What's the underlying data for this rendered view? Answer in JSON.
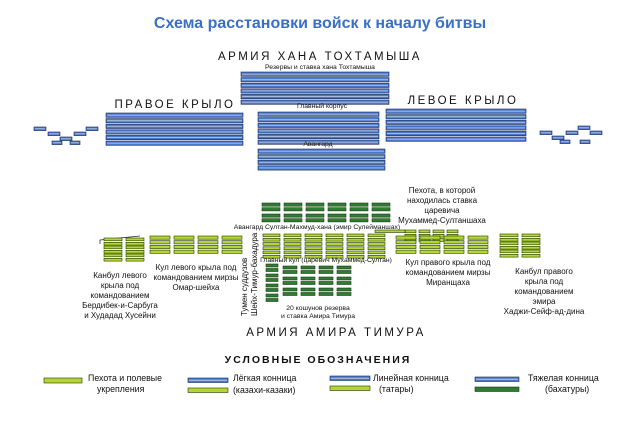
{
  "title": "Схема расстановки войск к началу битвы",
  "tokhtamysh": {
    "army_title": "АРМИЯ ХАНА ТОХТАМЫША",
    "reserve_label": "Резервы и ставка хана Тохтамыша",
    "center_label": "Главный корпус",
    "vanguard_label": "Авангард",
    "right_wing_label": "ПРАВОЕ КРЫЛО",
    "left_wing_label": "ЛЕВОЕ КРЫЛО"
  },
  "timur": {
    "army_title": "АРМИЯ АМИРА ТИМУРА",
    "vanguard_label": "Авангард Султан-Махмуд-хана (эмир Сулейманшах)",
    "main_label": "Главный кул (царевич Мухаммед-Султан)",
    "reserve_label": [
      "20 кошунов резерва",
      "и ставка Амира Тимура"
    ],
    "tumen_label": [
      "Тумен суддузов",
      "Шейх-Тимур-бахадура"
    ],
    "infantry_label": [
      "Пехота, в которой",
      "находилась ставка",
      "царевича",
      "Мухаммед-Султаншаха"
    ],
    "left_kul_label": [
      "Кул левого крыла под",
      "командованием мирзы",
      "Омар-шейха"
    ],
    "right_kul_label": [
      "Кул правого крыла под",
      "командованием мирзы",
      "Миранщаха"
    ],
    "left_kanbul_label": [
      "Канбул левого",
      "крыла под",
      "командованием",
      "Бердибек-и-Сарбуга",
      "и Худадад Хусейни"
    ],
    "right_kanbul_label": [
      "Канбул правого",
      "крыла под",
      "командованием",
      "эмира",
      "Хаджи-Сейф-ад-дина"
    ]
  },
  "legend": {
    "heading": "УСЛОВНЫЕ ОБОЗНАЧЕНИЯ",
    "items": [
      {
        "label": [
          "Пехота и полевые",
          "укрепления"
        ],
        "swatch": "infantry"
      },
      {
        "label": [
          "Лёгкая конница",
          "(казахи-казаки)"
        ],
        "swatch": "light-cavalry"
      },
      {
        "label": [
          "Линейная конница",
          "(татары)"
        ],
        "swatch": "line-cavalry"
      },
      {
        "label": [
          "Тяжелая конница",
          "(бахатуры)"
        ],
        "swatch": "heavy-cavalry"
      }
    ]
  },
  "colors": {
    "title": "#3a6fc6",
    "blue_fill": "#4a78c9",
    "stripe": "#b7c3e4",
    "green_fill": "#b8d434",
    "green_dark": "#2f7d32",
    "outline": "#1b2a55"
  }
}
